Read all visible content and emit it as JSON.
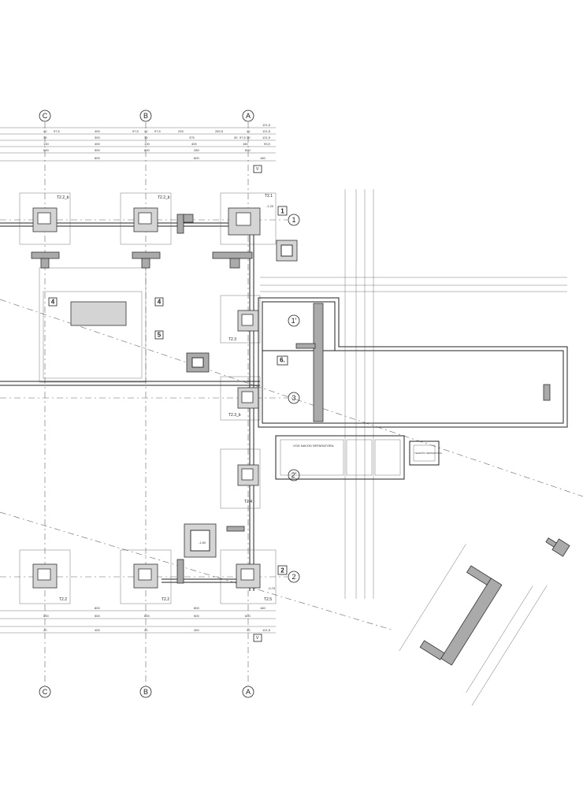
{
  "axes": {
    "columns": [
      "C",
      "B",
      "A"
    ],
    "rows": [
      "1",
      "3",
      "2"
    ],
    "primed_rows": [
      "1'",
      "2'"
    ]
  },
  "room_marks": [
    "1",
    "2",
    "4",
    "4",
    "5",
    "6."
  ],
  "section_marks": [
    "V",
    "V"
  ],
  "footings": [
    "T2.2_b",
    "T2.2_b",
    "T2.1",
    "T2.3",
    "T2.3_b",
    "T2.4",
    "T2.2",
    "T2.2",
    "T2.5"
  ],
  "top_dimensions": {
    "row1": [
      "121,5"
    ],
    "row2": [
      "40",
      "97,5",
      "400",
      "97,5",
      "40",
      "97,5",
      "225",
      "282,5",
      "40",
      "121,5"
    ],
    "row3": [
      "30",
      "300",
      "30",
      "375",
      "30",
      "97,5",
      "30",
      "121,5"
    ],
    "row4": [
      "130",
      "400",
      "130",
      "400",
      "180",
      "93,5"
    ],
    "row5": [
      "600",
      "500",
      "600",
      "280",
      "600"
    ],
    "row6": [
      "800",
      "800",
      "160"
    ]
  },
  "bottom_dimensions": {
    "row1": [
      "800",
      "800",
      "160"
    ],
    "row2": [
      "600",
      "500",
      "600",
      "500",
      "600"
    ],
    "row3": [
      "40",
      "400",
      "40",
      "400",
      "40",
      "121,5"
    ]
  },
  "separator": {
    "label1": "VOD NAVOD SEPARATORA",
    "label2": "TEHNIČKI SEPARATORA"
  },
  "levels": [
    "-1,20",
    "-0,70",
    "-1,60"
  ]
}
